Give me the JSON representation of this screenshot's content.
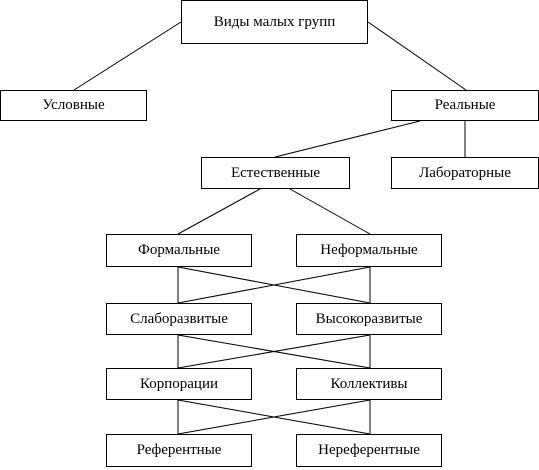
{
  "diagram": {
    "nodes": {
      "root": "Виды малых групп",
      "conditional": "Условные",
      "real": "Реальные",
      "natural": "Естественные",
      "laboratory": "Лабораторные",
      "formal": "Формальные",
      "informal": "Неформальные",
      "weakly_developed": "Слаборазвитые",
      "highly_developed": "Высокоразвитые",
      "corporations": "Корпорации",
      "collectives": "Коллективы",
      "reference": "Референтные",
      "non_reference": "Нереферентные"
    },
    "edges": [
      [
        "root",
        "conditional"
      ],
      [
        "root",
        "real"
      ],
      [
        "real",
        "natural"
      ],
      [
        "real",
        "laboratory"
      ],
      [
        "natural",
        "formal"
      ],
      [
        "natural",
        "informal"
      ],
      [
        "formal",
        "weakly_developed"
      ],
      [
        "formal",
        "highly_developed"
      ],
      [
        "informal",
        "weakly_developed"
      ],
      [
        "informal",
        "highly_developed"
      ],
      [
        "weakly_developed",
        "corporations"
      ],
      [
        "weakly_developed",
        "collectives"
      ],
      [
        "highly_developed",
        "corporations"
      ],
      [
        "highly_developed",
        "collectives"
      ],
      [
        "corporations",
        "reference"
      ],
      [
        "corporations",
        "non_reference"
      ],
      [
        "collectives",
        "reference"
      ],
      [
        "collectives",
        "non_reference"
      ]
    ],
    "colors": {
      "line": "#000000",
      "box_border": "#000000",
      "background": "#ffffff"
    }
  }
}
